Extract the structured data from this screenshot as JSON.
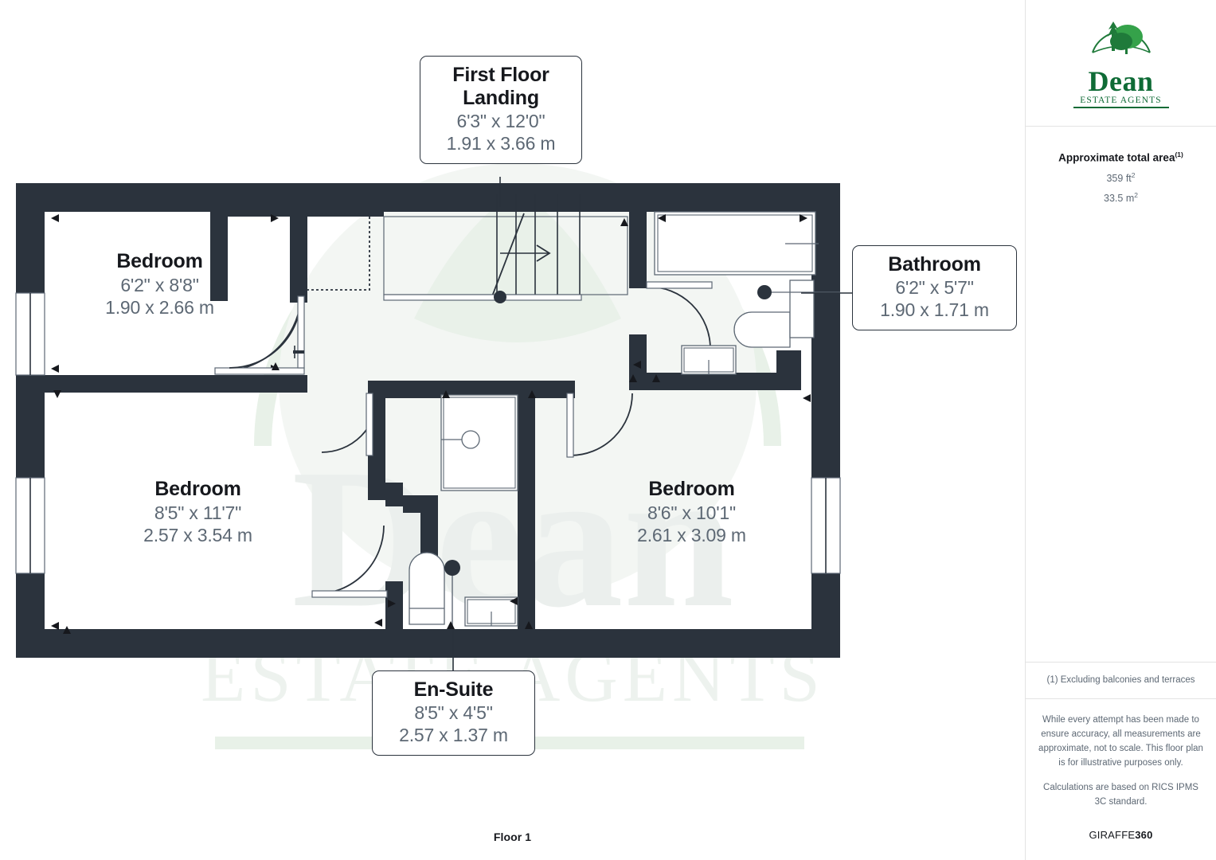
{
  "floor": {
    "label": "Floor 1"
  },
  "rooms": [
    {
      "key": "first-floor-landing",
      "name": "First Floor\nLanding",
      "imperial": "6'3\" x 12'0\"",
      "metric": "1.91 x 3.66 m"
    },
    {
      "key": "bathroom",
      "name": "Bathroom",
      "imperial": "6'2\" x 5'7\"",
      "metric": "1.90 x 1.71 m"
    },
    {
      "key": "en-suite",
      "name": "En-Suite",
      "imperial": "8'5\" x 4'5\"",
      "metric": "2.57 x 1.37 m"
    },
    {
      "key": "bedroom-top-left",
      "name": "Bedroom",
      "imperial": "6'2\" x 8'8\"",
      "metric": "1.90 x 2.66 m"
    },
    {
      "key": "bedroom-bottom-left",
      "name": "Bedroom",
      "imperial": "8'5\" x 11'7\"",
      "metric": "2.57 x 3.54 m"
    },
    {
      "key": "bedroom-bottom-right",
      "name": "Bedroom",
      "imperial": "8'6\" x 10'1\"",
      "metric": "2.61 x 3.09 m"
    }
  ],
  "sidebar": {
    "logo": {
      "word": "Dean",
      "sub": "ESTATE AGENTS"
    },
    "area": {
      "title": "Approximate total area",
      "title_sup": "(1)",
      "sqft": "359 ft",
      "sqft_sup": "2",
      "sqm": "33.5 m",
      "sqm_sup": "2"
    },
    "footnote": "(1) Excluding balconies and terraces",
    "disclaimer_1": "While every attempt has been made to ensure accuracy, all measurements are approximate, not to scale. This floor plan is for illustrative purposes only.",
    "disclaimer_2": "Calculations are based on RICS IPMS 3C standard.",
    "brand_light": "GIRAFFE",
    "brand_bold": "360"
  },
  "watermark": {
    "word": "Dean",
    "sub": "ESTATE AGENTS"
  },
  "colors": {
    "wall": "#2b333d",
    "line": "#2b333d",
    "fixture_stroke": "#5d6874",
    "text_dark": "#16181d",
    "text_muted": "#5d6874",
    "brand_green": "#0f6b36",
    "watermark": "#e8edea"
  }
}
